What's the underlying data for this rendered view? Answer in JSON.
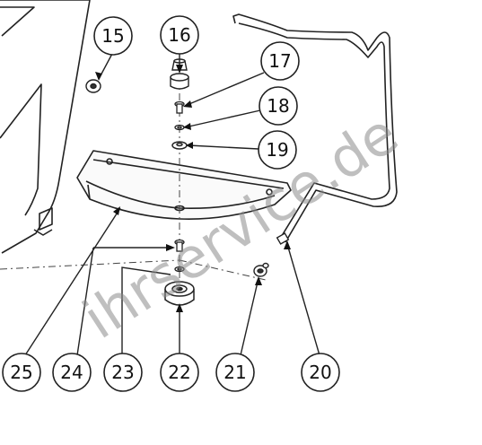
{
  "watermark": "ihrservice.de",
  "callouts": {
    "c15": "15",
    "c16": "16",
    "c17": "17",
    "c18": "18",
    "c19": "19",
    "c20": "20",
    "c21": "21",
    "c22": "22",
    "c23": "23",
    "c24": "24",
    "c25": "25"
  }
}
